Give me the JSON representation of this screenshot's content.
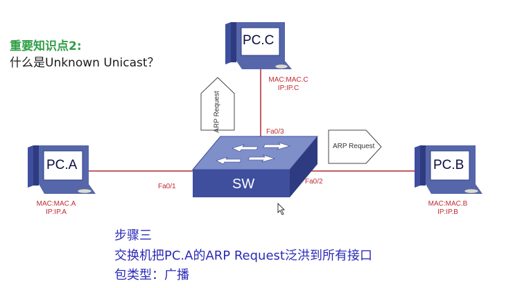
{
  "notes": {
    "heading": "重要知识点2:",
    "question": "什么是Unknown Unicast？"
  },
  "steps": {
    "line1": "步骤三",
    "line2": "交换机把PC.A的ARP Request泛洪到所有接口",
    "line3": "包类型：广播"
  },
  "switch": {
    "label": "SW"
  },
  "hosts": {
    "a": {
      "label": "PC.A",
      "mac": "MAC:MAC.A",
      "ip": "IP:IP.A"
    },
    "b": {
      "label": "PC.B",
      "mac": "MAC:MAC.B",
      "ip": "IP:IP.B"
    },
    "c": {
      "label": "PC.C",
      "mac": "MAC:MAC.C",
      "ip": "IP:IP.C"
    }
  },
  "ports": {
    "a": "Fa0/1",
    "b": "Fa0/2",
    "c": "Fa0/3"
  },
  "packets": {
    "up": "ARP Request",
    "right": "ARP Request"
  },
  "colors": {
    "link": "#b0262f",
    "switch_top": "#7f8fca",
    "switch_front": "#3f4f9e",
    "heading": "#2f9e44",
    "steps": "#2a2ab8"
  }
}
